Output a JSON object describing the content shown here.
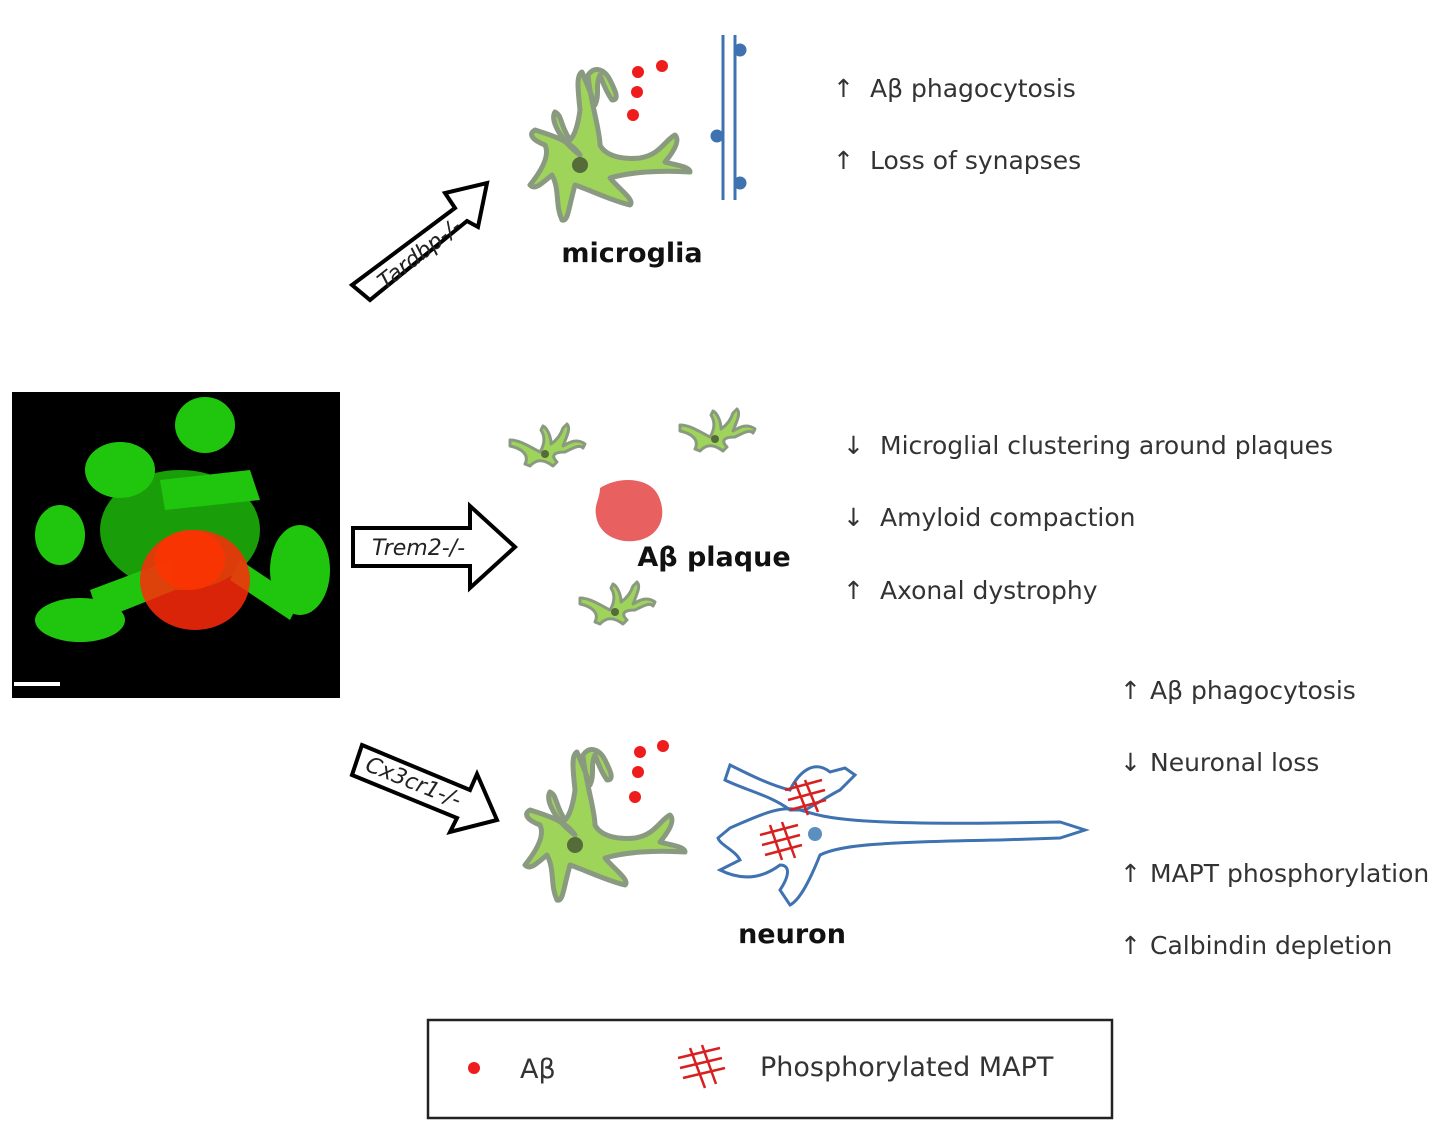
{
  "knockouts": {
    "tardbp": "Tardbp-/-",
    "trem2": "Trem2-/-",
    "cx3cr1": "Cx3cr1-/-"
  },
  "labels": {
    "microglia": "microglia",
    "plaque": "Aβ plaque",
    "neuron": "neuron"
  },
  "effects": {
    "tardbp": [
      {
        "dir": "up",
        "arrow": "↑",
        "text": "Aβ phagocytosis"
      },
      {
        "dir": "up",
        "arrow": "↑",
        "text": "Loss of synapses"
      }
    ],
    "trem2": [
      {
        "dir": "down",
        "arrow": "↓",
        "text": "Microglial clustering around plaques"
      },
      {
        "dir": "down",
        "arrow": "↓",
        "text": "Amyloid compaction"
      },
      {
        "dir": "up",
        "arrow": "↑",
        "text": "Axonal dystrophy"
      }
    ],
    "cx3cr1": [
      {
        "dir": "up",
        "arrow": "↑",
        "text": "Aβ phagocytosis"
      },
      {
        "dir": "down",
        "arrow": "↓",
        "text": "Neuronal loss"
      },
      {
        "dir": "up",
        "arrow": "↑",
        "text": "MAPT phosphorylation"
      },
      {
        "dir": "up",
        "arrow": "↑",
        "text": "Calbindin depletion"
      }
    ]
  },
  "legend": {
    "abeta": "Aβ",
    "mapt": "Phosphorylated MAPT"
  },
  "colors": {
    "microglia": "#9fd45a",
    "abeta": "#ee1c1c",
    "plaque": "#e8605f",
    "neuron": "#3f72b0",
    "mapt": "#d82020"
  }
}
